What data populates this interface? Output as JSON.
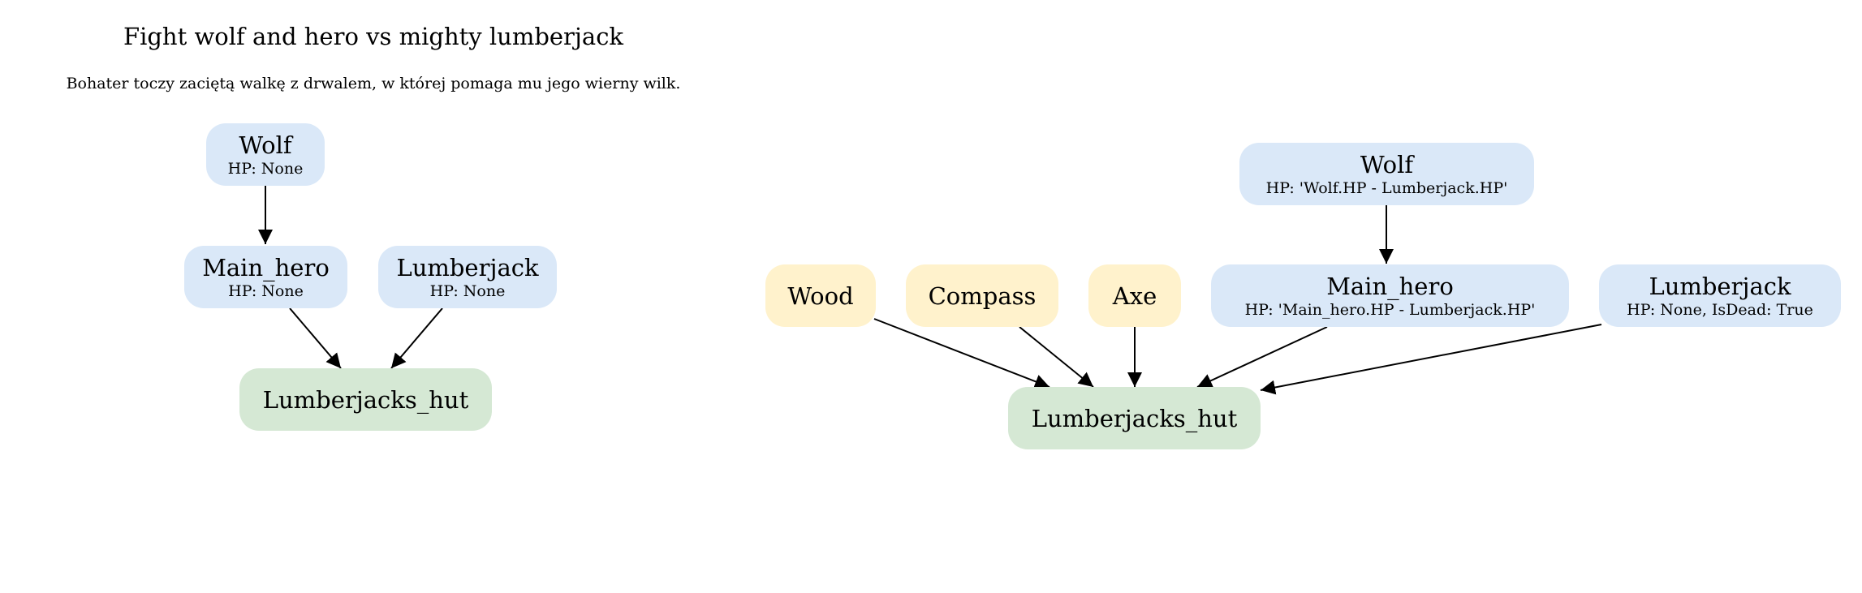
{
  "title": "Fight wolf and hero vs mighty lumberjack",
  "subtitle": "Bohater toczy zaciętą walkę z drwalem, w której pomaga mu jego wierny wilk.",
  "colors": {
    "character": "#dae8f8",
    "item": "#fff2cc",
    "location": "#d5e8d4",
    "edge": "#000000"
  },
  "before": {
    "nodes": {
      "wolf": {
        "label": "Wolf",
        "attrs": "HP: None"
      },
      "main_hero": {
        "label": "Main_hero",
        "attrs": "HP: None"
      },
      "lumberjack": {
        "label": "Lumberjack",
        "attrs": "HP: None"
      },
      "hut": {
        "label": "Lumberjacks_hut"
      }
    },
    "edges": [
      {
        "from": "Wolf",
        "to": "Main_hero"
      },
      {
        "from": "Main_hero",
        "to": "Lumberjacks_hut"
      },
      {
        "from": "Lumberjack",
        "to": "Lumberjacks_hut"
      }
    ]
  },
  "after": {
    "nodes": {
      "wood": {
        "label": "Wood"
      },
      "compass": {
        "label": "Compass"
      },
      "axe": {
        "label": "Axe"
      },
      "wolf": {
        "label": "Wolf",
        "attrs": "HP: 'Wolf.HP - Lumberjack.HP'"
      },
      "main_hero": {
        "label": "Main_hero",
        "attrs": "HP: 'Main_hero.HP - Lumberjack.HP'"
      },
      "lumberjack": {
        "label": "Lumberjack",
        "attrs": "HP: None, IsDead: True"
      },
      "hut": {
        "label": "Lumberjacks_hut"
      }
    },
    "edges": [
      {
        "from": "Wolf",
        "to": "Main_hero"
      },
      {
        "from": "Wood",
        "to": "Lumberjacks_hut"
      },
      {
        "from": "Compass",
        "to": "Lumberjacks_hut"
      },
      {
        "from": "Axe",
        "to": "Lumberjacks_hut"
      },
      {
        "from": "Main_hero",
        "to": "Lumberjacks_hut"
      },
      {
        "from": "Lumberjack",
        "to": "Lumberjacks_hut"
      }
    ]
  }
}
